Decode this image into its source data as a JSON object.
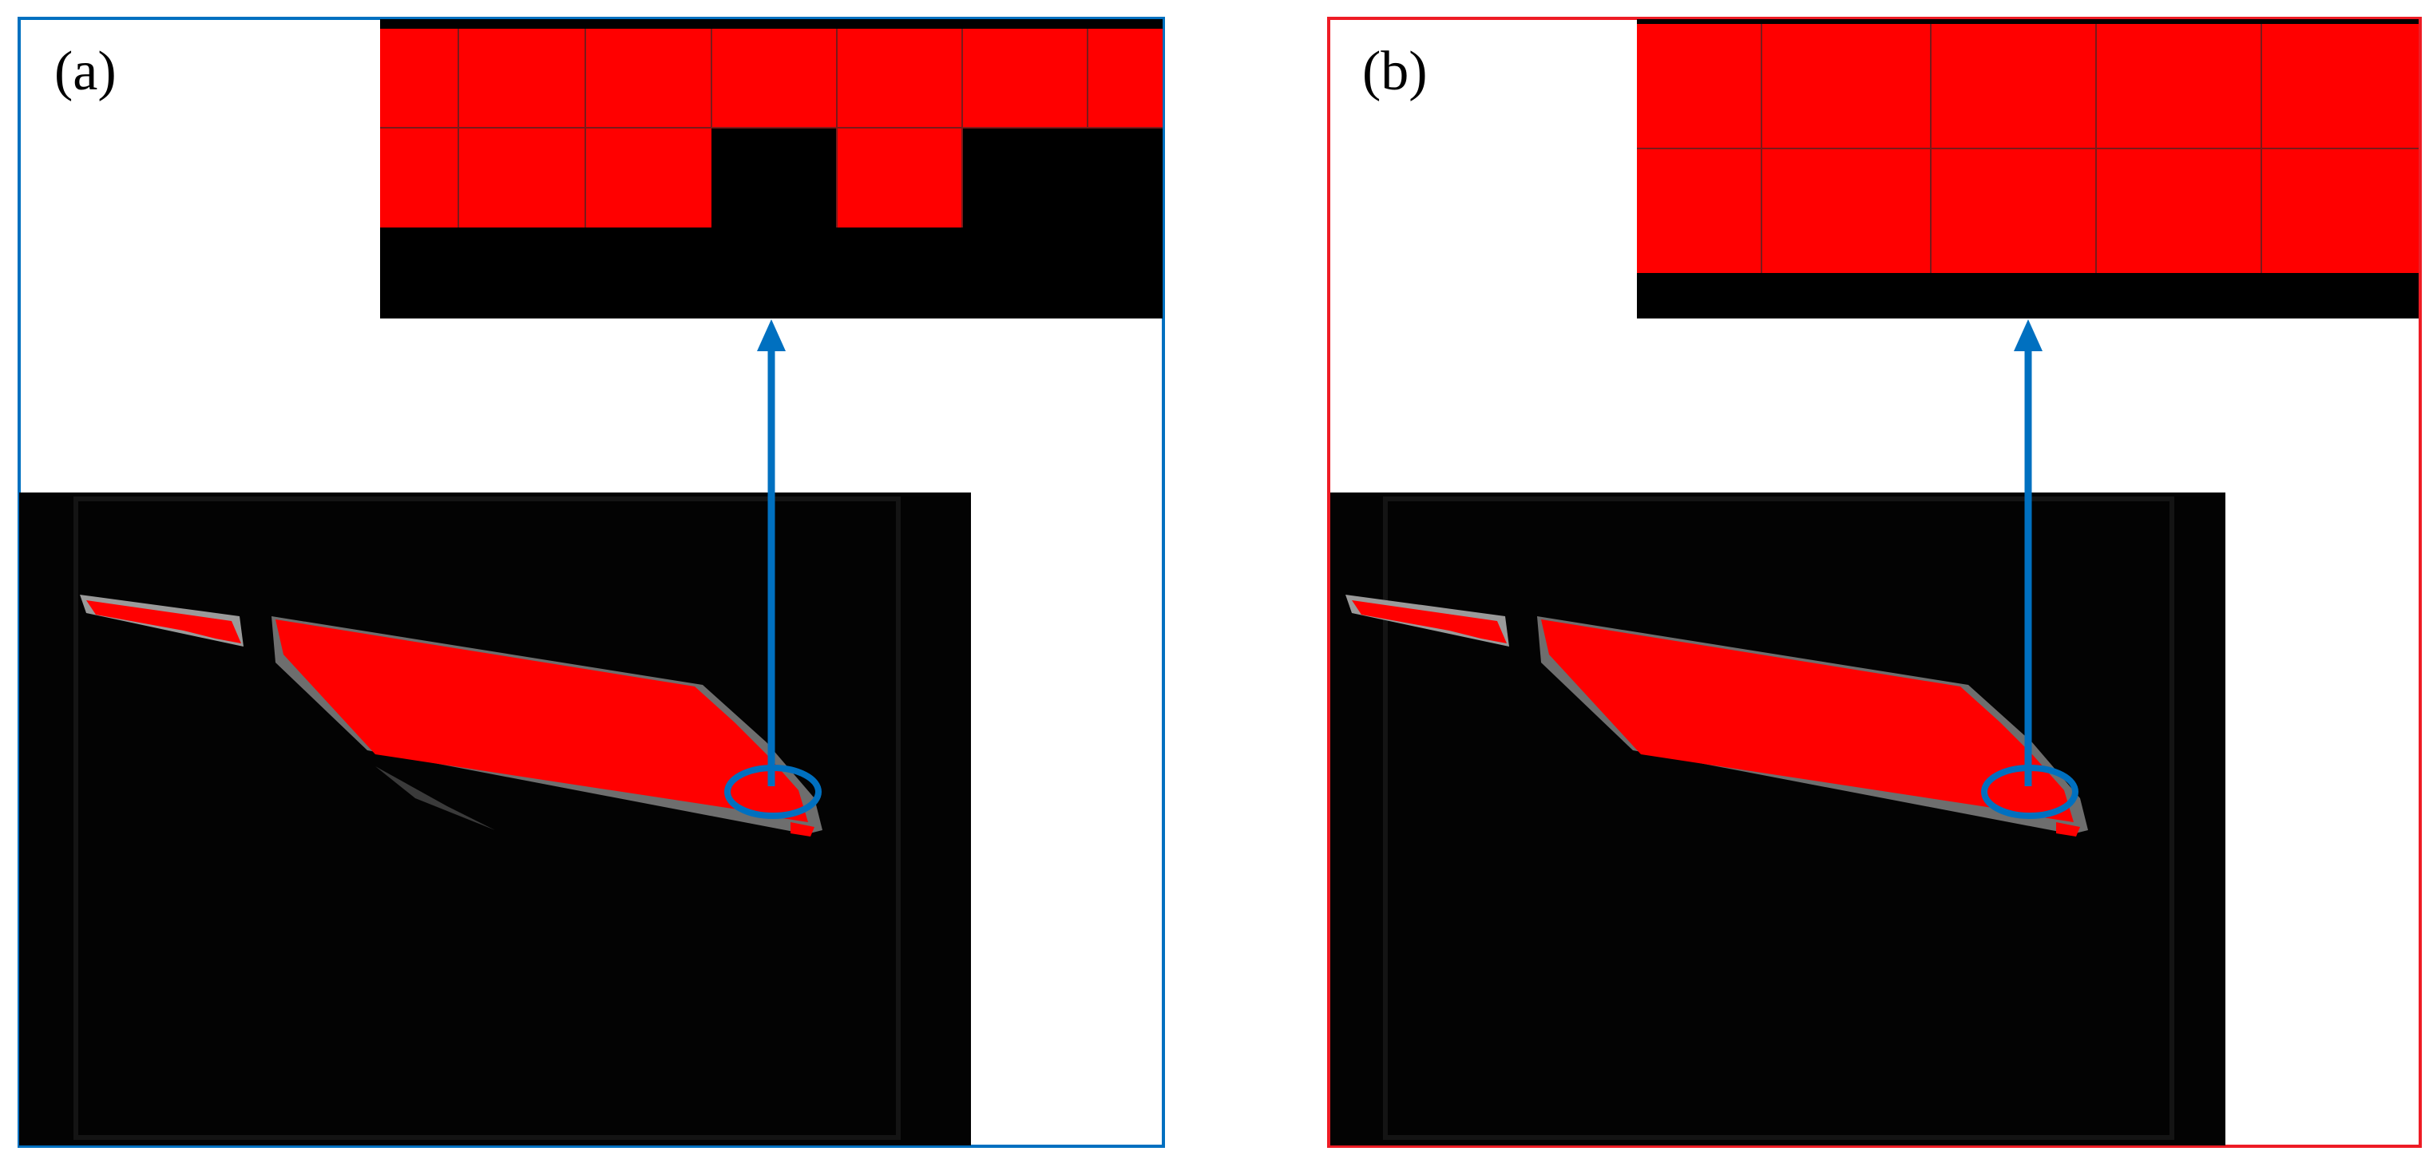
{
  "panels": [
    {
      "id": "a",
      "label": "(a)",
      "border_color": "#0070c0",
      "inset_grid": {
        "description_tiles": [
          [
            "red",
            "red",
            "red",
            "red",
            "red",
            "red",
            "red"
          ],
          [
            "red",
            "red",
            "red",
            "black",
            "red",
            "black",
            "black"
          ],
          [
            "black",
            "black",
            "black",
            "black",
            "black",
            "black",
            "black"
          ]
        ]
      }
    },
    {
      "id": "b",
      "label": "(b)",
      "border_color": "#ee1c25",
      "inset_grid": {
        "description_tiles": [
          [
            "red",
            "red",
            "red",
            "red",
            "red"
          ],
          [
            "red",
            "red",
            "red",
            "red",
            "red"
          ]
        ]
      }
    }
  ],
  "colors": {
    "segmentation": "#ff0000",
    "annotation": "#0070c0",
    "background": "#000000",
    "grid_line": "#7a0000"
  },
  "icons": {
    "arrow": "up-arrow-icon",
    "ellipse": "highlight-ellipse-icon"
  }
}
